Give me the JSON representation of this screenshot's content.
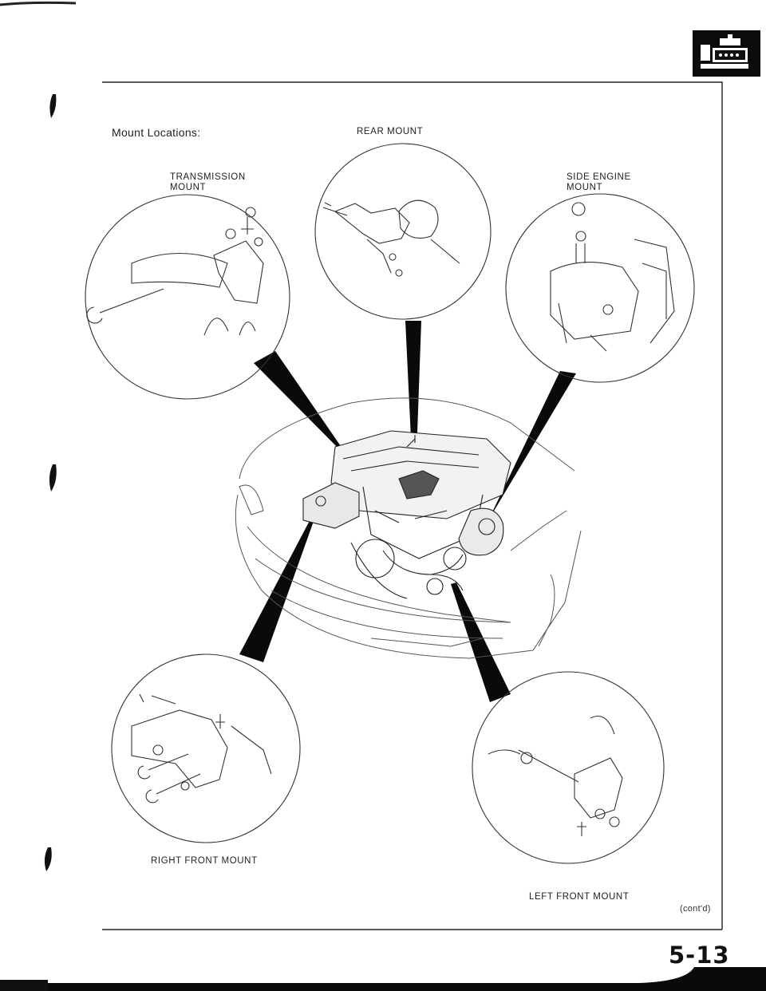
{
  "page": {
    "heading": "Mount Locations:",
    "page_number": "5-13",
    "continued": "(cont'd)"
  },
  "labels": {
    "rear_mount": "REAR MOUNT",
    "transmission_mount_line1": "TRANSMISSION",
    "transmission_mount_line2": "MOUNT",
    "side_engine_mount_line1": "SIDE ENGINE",
    "side_engine_mount_line2": "MOUNT",
    "right_front_mount": "RIGHT FRONT MOUNT",
    "left_front_mount": "LEFT FRONT MOUNT"
  },
  "icons": {
    "section_tab": "engine-section-icon"
  },
  "colors": {
    "ink": "#111111",
    "paper": "#ffffff"
  }
}
